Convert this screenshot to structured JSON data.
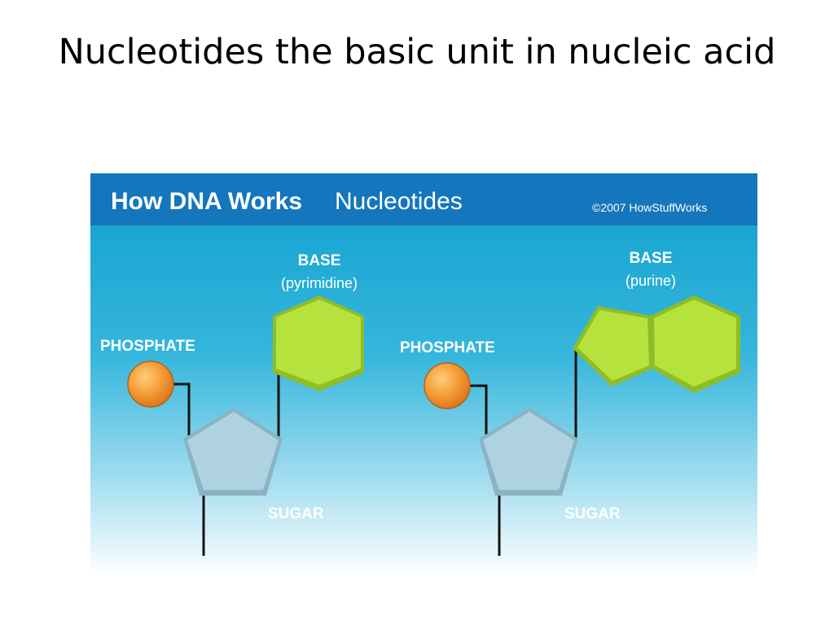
{
  "slide": {
    "title": "Nucleotides the basic unit in nucleic acid"
  },
  "figure": {
    "header_title": "How DNA Works",
    "header_subtitle": "Nucleotides",
    "copyright": "©2007 HowStuffWorks",
    "colors": {
      "header": "#1476bd",
      "background_top": "#0f9fce",
      "background_bottom": "#ffffff",
      "base_fill": "#b5e23c",
      "sugar_fill": "#aed2e0",
      "phosphate_fill": "#f39a35"
    },
    "nucleotides": [
      {
        "phosphate_label": "PHOSPHATE",
        "base_label": "BASE",
        "base_type": "(pyrimidine)",
        "sugar_label": "SUGAR"
      },
      {
        "phosphate_label": "PHOSPHATE",
        "base_label": "BASE",
        "base_type": "(purine)",
        "sugar_label": "SUGAR"
      }
    ]
  }
}
